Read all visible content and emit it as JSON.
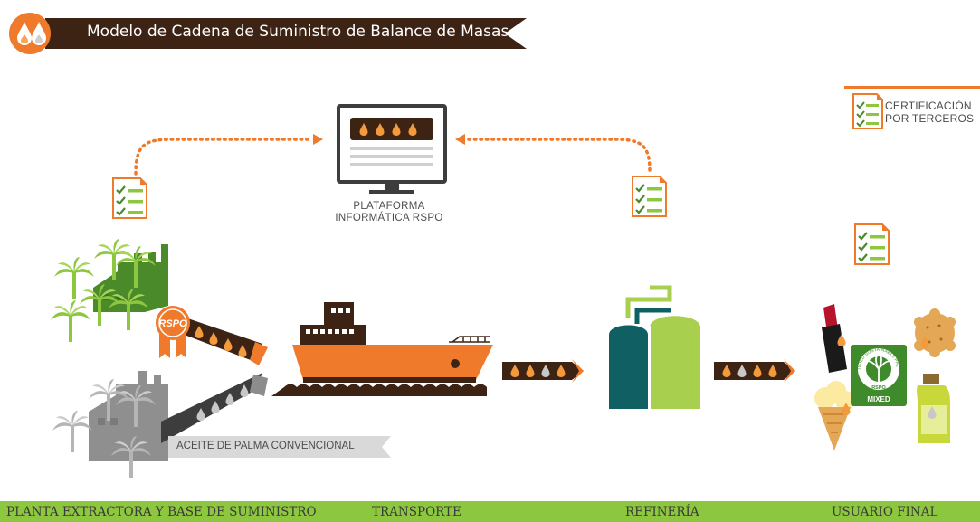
{
  "title": "Modelo de Cadena de Suministro de Balance de Masas",
  "legend": {
    "line1": "CERTIFICACIÓN",
    "line2": "POR TERCEROS"
  },
  "platform": {
    "line1": "PLATAFORMA",
    "line2": "INFORMÁTICA RSPO"
  },
  "rspo_badge": "RSPO",
  "conventional_label": "ACEITE DE PALMA CONVENCIONAL",
  "label_logo": {
    "ring_text": "CERTIFIED SUSTAINABLE PALM OIL",
    "brand": "RSPO",
    "mixed": "MIXED"
  },
  "stages": {
    "mill": "PLANTA EXTRACTORA Y BASE DE SUMINISTRO",
    "transport": "TRANSPORTE",
    "refinery": "REFINERÍA",
    "end_user": "USUARIO FINAL"
  },
  "colors": {
    "orange": "#f07a2b",
    "dark_brown": "#3d2314",
    "green": "#8dc63f",
    "dark_green": "#4a8a2a",
    "teal": "#0f5f63",
    "gray": "#a6a6a6"
  }
}
